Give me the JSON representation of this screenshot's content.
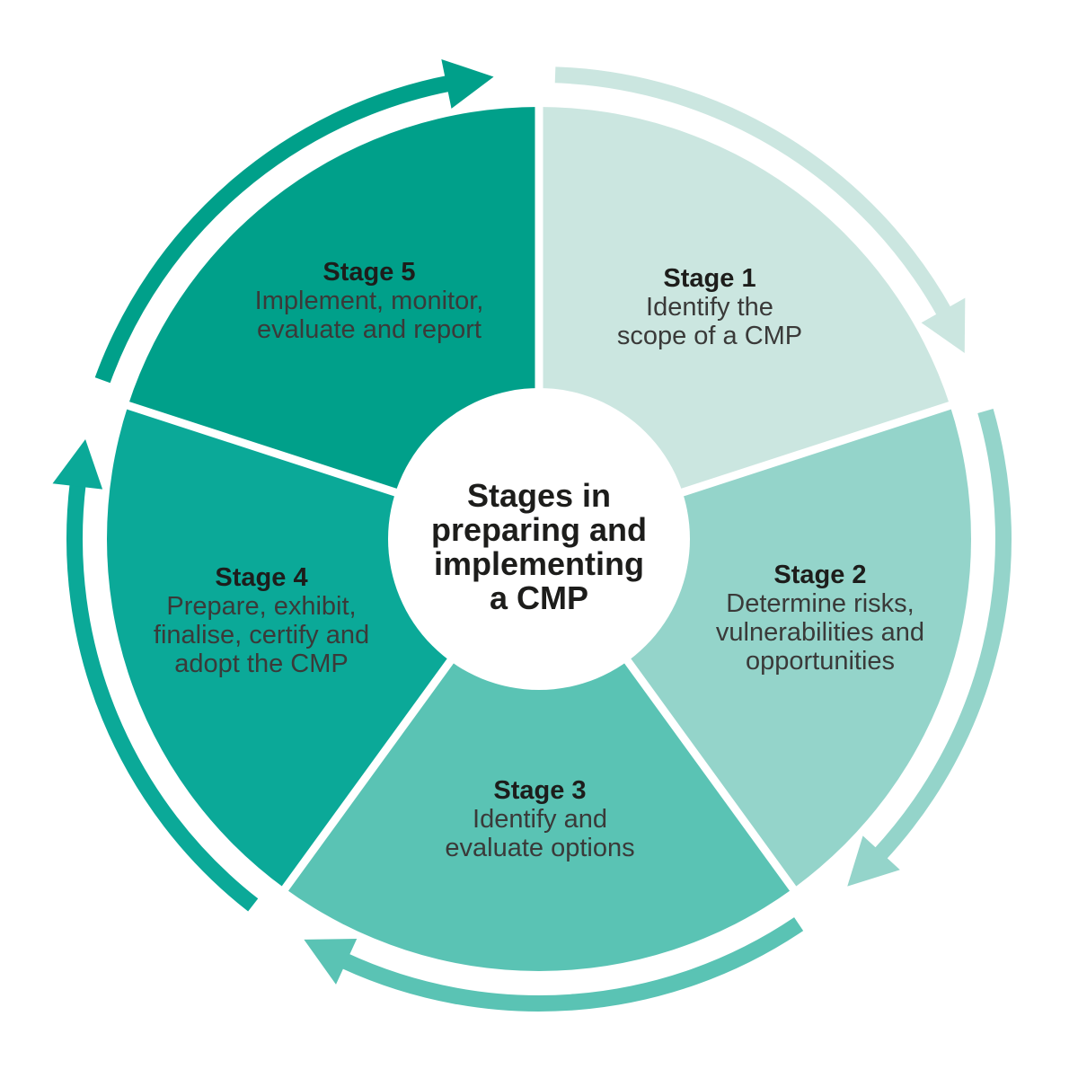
{
  "title": {
    "text": "Stages in preparing and implementing a CMP",
    "lines": [
      "Stages in",
      "preparing and",
      "implementing",
      "a CMP"
    ]
  },
  "stages": [
    {
      "heading": "Stage 1",
      "description": "Identify the scope of a CMP",
      "lines": [
        "Identify the",
        "scope of a CMP"
      ],
      "color": "#CBE6E0"
    },
    {
      "heading": "Stage 2",
      "description": "Determine risks, vulnerabilities and opportunities",
      "lines": [
        "Determine risks,",
        "vulnerabilities and",
        "opportunities"
      ],
      "color": "#94D4CA"
    },
    {
      "heading": "Stage 3",
      "description": "Identify and evaluate options",
      "lines": [
        "Identify and",
        "evaluate options"
      ],
      "color": "#5AC3B4"
    },
    {
      "heading": "Stage 4",
      "description": "Prepare, exhibit, finalise, certify and adopt the CMP",
      "lines": [
        "Prepare, exhibit,",
        "finalise, certify and",
        "adopt the CMP"
      ],
      "color": "#0BA998"
    },
    {
      "heading": "Stage 5",
      "description": "Implement, monitor, evaluate and report",
      "lines": [
        "Implement, monitor,",
        "evaluate and report"
      ],
      "color": "#00A08A"
    }
  ],
  "flow": {
    "direction": "clockwise"
  },
  "colors": {
    "background": "#FFFFFF",
    "divider": "#FFFFFF",
    "center_circle": "#FFFFFF",
    "heading_text": "#1D1D1B",
    "body_text": "#3A3A39"
  }
}
